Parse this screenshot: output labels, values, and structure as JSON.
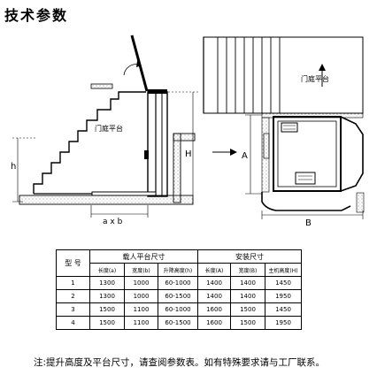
{
  "title": "技术参数",
  "side_view": {
    "label_platform": "门庭平台",
    "label_h": "h",
    "label_H": "H",
    "label_axb": "a x b"
  },
  "plan_view": {
    "label_platform": "门庭平台",
    "label_A": "A",
    "label_B": "B"
  },
  "table": {
    "group_headers": {
      "model": "型 号",
      "platform": "载人平台尺寸",
      "install": "安装尺寸"
    },
    "sub_headers": [
      "长度(a)",
      "宽度(b)",
      "升降高度(h)",
      "长度(A)",
      "宽度(B)",
      "主机高度(H)"
    ],
    "rows": [
      [
        "1",
        "1300",
        "1000",
        "60-1000",
        "1400",
        "1400",
        "1450"
      ],
      [
        "2",
        "1300",
        "1000",
        "60-1500",
        "1400",
        "1400",
        "1950"
      ],
      [
        "3",
        "1500",
        "1100",
        "60-1000",
        "1600",
        "1500",
        "1450"
      ],
      [
        "4",
        "1500",
        "1100",
        "60-1500",
        "1600",
        "1500",
        "1950"
      ]
    ]
  },
  "note": "注:提升高度及平台尺寸，请查阅参数表。如有特殊要求请与工厂联系。"
}
